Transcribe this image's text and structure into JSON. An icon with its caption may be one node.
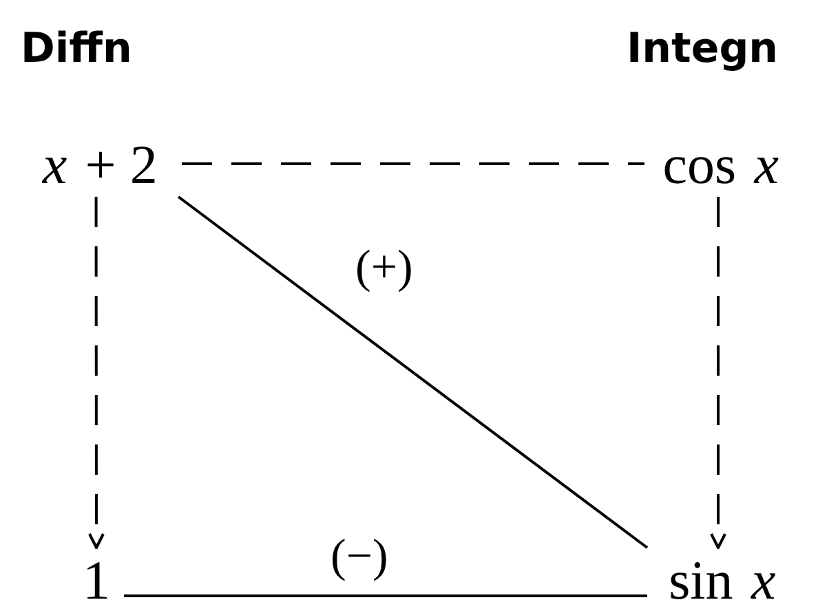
{
  "diagram": {
    "nodes": [
      {
        "text": [
          "*x* + 2"
        ]
      },
      {
        "text": [
          "cos *x*"
        ]
      },
      {
        "text": [
          "1"
        ]
      },
      {
        "text": [
          "sin *x*"
        ]
      }
    ],
    "edges": [
      {
        "from": 0,
        "to": 1,
        "arrow": "none",
        "style": "dashed"
      },
      {
        "from": 0,
        "to": 2,
        "arrow": "to",
        "style": "dashed"
      },
      {
        "from": 1,
        "to": 3,
        "arrow": "to",
        "style": "dashed"
      },
      {
        "from": 0,
        "to": 3,
        "arrow": "none",
        "label": "(+)"
      },
      {
        "from": 2,
        "to": 3,
        "arrow": "none",
        "label": "(−)"
      }
    ],
    "labels": [
      "Diffn",
      "Integn"
    ]
  }
}
